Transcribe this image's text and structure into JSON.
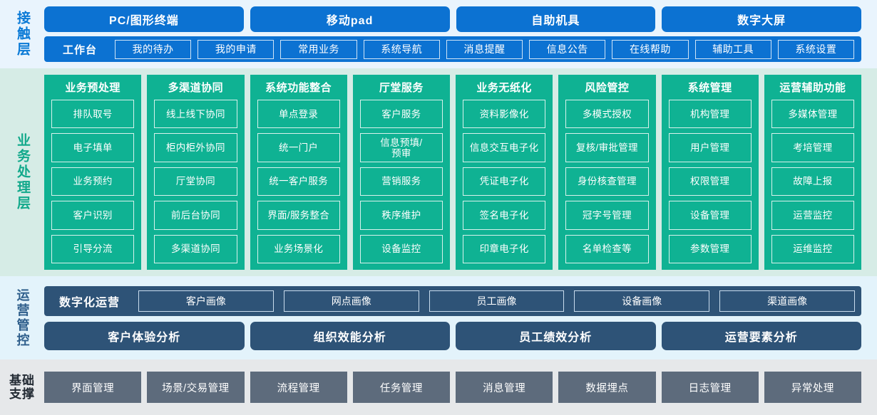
{
  "colors": {
    "contact_band": "#e9f4fd",
    "contact_blue": "#0c72d2",
    "business_band": "#d6ece6",
    "business_teal": "#0fb293",
    "ops_band": "#e3f3fb",
    "ops_slate": "#2e5377",
    "foundation_band": "#e6e8ea",
    "foundation_gray": "#5d6b7c"
  },
  "contact": {
    "label": "接触层",
    "channels": [
      {
        "label": "PC/图形终端"
      },
      {
        "label": "移动pad"
      },
      {
        "label": "自助机具"
      },
      {
        "label": "数字大屏"
      }
    ],
    "workbench_title": "工作台",
    "workbench_items": [
      {
        "label": "我的待办"
      },
      {
        "label": "我的申请"
      },
      {
        "label": "常用业务"
      },
      {
        "label": "系统导航"
      },
      {
        "label": "消息提醒"
      },
      {
        "label": "信息公告"
      },
      {
        "label": "在线帮助"
      },
      {
        "label": "辅助工具"
      },
      {
        "label": "系统设置"
      }
    ]
  },
  "business": {
    "label": "业务处理层",
    "columns": [
      {
        "title": "业务预处理",
        "items": [
          {
            "label": "排队取号"
          },
          {
            "label": "电子填单"
          },
          {
            "label": "业务预约"
          },
          {
            "label": "客户识别"
          },
          {
            "label": "引导分流"
          }
        ]
      },
      {
        "title": "多渠道协同",
        "items": [
          {
            "label": "线上线下协同"
          },
          {
            "label": "柜内柜外协同"
          },
          {
            "label": "厅堂协同"
          },
          {
            "label": "前后台协同"
          },
          {
            "label": "多渠道协同"
          }
        ]
      },
      {
        "title": "系统功能整合",
        "items": [
          {
            "label": "单点登录"
          },
          {
            "label": "统一门户"
          },
          {
            "label": "统一客户服务"
          },
          {
            "label": "界面/服务整合"
          },
          {
            "label": "业务场景化"
          }
        ]
      },
      {
        "title": "厅堂服务",
        "items": [
          {
            "label": "客户服务"
          },
          {
            "label": "信息预填/\n预审"
          },
          {
            "label": "营销服务"
          },
          {
            "label": "秩序维护"
          },
          {
            "label": "设备监控"
          }
        ]
      },
      {
        "title": "业务无纸化",
        "items": [
          {
            "label": "资料影像化"
          },
          {
            "label": "信息交互电子化"
          },
          {
            "label": "凭证电子化"
          },
          {
            "label": "签名电子化"
          },
          {
            "label": "印章电子化"
          }
        ]
      },
      {
        "title": "风险管控",
        "items": [
          {
            "label": "多模式授权"
          },
          {
            "label": "复核/审批管理"
          },
          {
            "label": "身份核查管理"
          },
          {
            "label": "冠字号管理"
          },
          {
            "label": "名单检查等"
          }
        ]
      },
      {
        "title": "系统管理",
        "items": [
          {
            "label": "机构管理"
          },
          {
            "label": "用户管理"
          },
          {
            "label": "权限管理"
          },
          {
            "label": "设备管理"
          },
          {
            "label": "参数管理"
          }
        ]
      },
      {
        "title": "运营辅助功能",
        "items": [
          {
            "label": "多媒体管理"
          },
          {
            "label": "考培管理"
          },
          {
            "label": "故障上报"
          },
          {
            "label": "运营监控"
          },
          {
            "label": "运维监控"
          }
        ]
      }
    ]
  },
  "ops": {
    "label": "运营管控",
    "portrait_title": "数字化运营",
    "portrait_items": [
      {
        "label": "客户画像"
      },
      {
        "label": "网点画像"
      },
      {
        "label": "员工画像"
      },
      {
        "label": "设备画像"
      },
      {
        "label": "渠道画像"
      }
    ],
    "analysis_items": [
      {
        "label": "客户体验分析"
      },
      {
        "label": "组织效能分析"
      },
      {
        "label": "员工绩效分析"
      },
      {
        "label": "运营要素分析"
      }
    ]
  },
  "foundation": {
    "label_line1": "基础",
    "label_line2": "支撑",
    "items": [
      {
        "label": "界面管理"
      },
      {
        "label": "场景/交易管理"
      },
      {
        "label": "流程管理"
      },
      {
        "label": "任务管理"
      },
      {
        "label": "消息管理"
      },
      {
        "label": "数据埋点"
      },
      {
        "label": "日志管理"
      },
      {
        "label": "异常处理"
      }
    ]
  }
}
